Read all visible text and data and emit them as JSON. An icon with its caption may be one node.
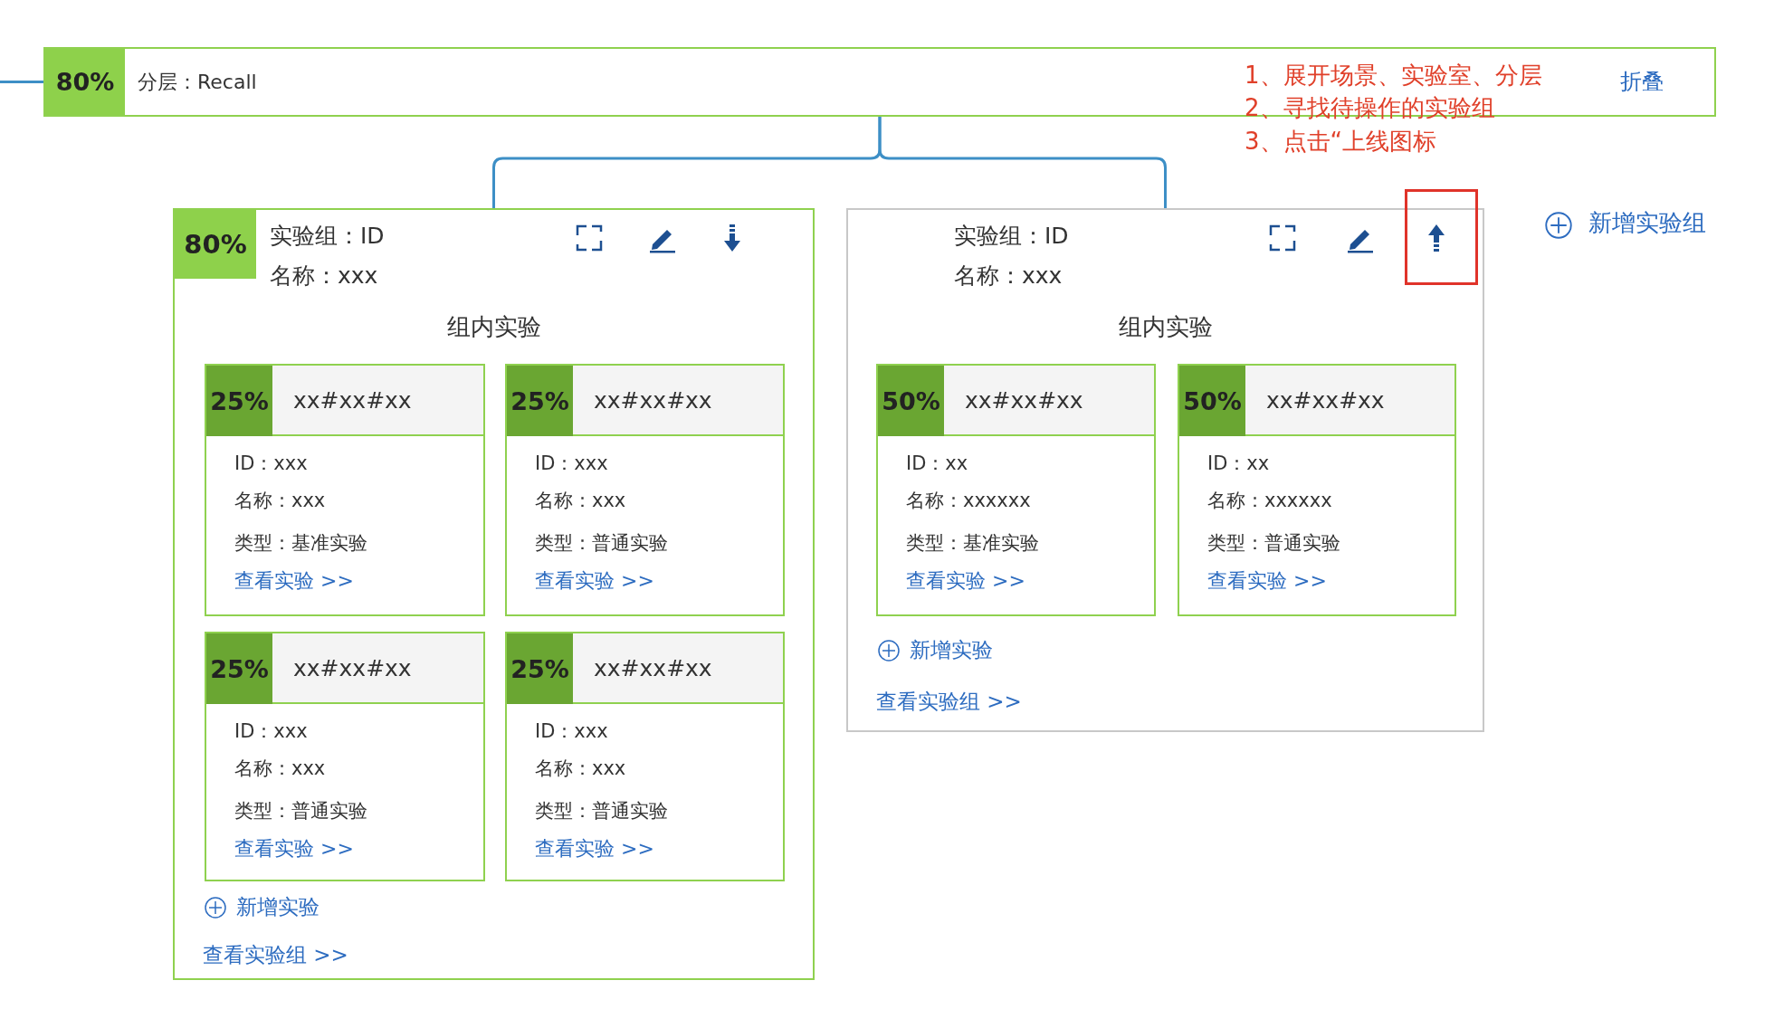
{
  "diagram": {
    "nodes": [
      {
        "text": [
          "80%",
          "分层：Recall",
          "折叠"
        ]
      },
      {
        "text": [
          "80%",
          "实验组：ID",
          "名称：xxx",
          "组内实验",
          "新增实验",
          "查看实验组 >>"
        ]
      },
      {
        "text": [
          "25%",
          "xx#xx#xx",
          "ID：xxx",
          "名称：xxx",
          "类型：基准实验",
          "查看实验 >>"
        ],
        "in": 1
      },
      {
        "text": [
          "25%",
          "xx#xx#xx",
          "ID：xxx",
          "名称：xxx",
          "类型：普通实验",
          "查看实验 >>"
        ],
        "in": 1
      },
      {
        "text": [
          "25%",
          "xx#xx#xx",
          "ID：xxx",
          "名称：xxx",
          "类型：普通实验",
          "查看实验 >>"
        ],
        "in": 1
      },
      {
        "text": [
          "25%",
          "xx#xx#xx",
          "ID：xxx",
          "名称：xxx",
          "类型：普通实验",
          "查看实验 >>"
        ],
        "in": 1
      },
      {
        "text": [
          "实验组：ID",
          "名称：xxx",
          "组内实验",
          "新增实验",
          "查看实验组 >>"
        ]
      },
      {
        "text": [
          "50%",
          "xx#xx#xx",
          "ID：xx",
          "名称：xxxxxx",
          "类型：基准实验",
          "查看实验 >>"
        ],
        "in": 6
      },
      {
        "text": [
          "50%",
          "xx#xx#xx",
          "ID：xx",
          "名称：xxxxxx",
          "类型：普通实验",
          "查看实验 >>"
        ],
        "in": 6
      }
    ],
    "edges": [
      {
        "from": null,
        "to": 0,
        "arrow": "none"
      },
      {
        "from": 0,
        "to": 1,
        "arrow": "none"
      },
      {
        "from": 0,
        "to": 6,
        "arrow": "none"
      }
    ],
    "labels": [
      "1、展开场景、实验室、分层",
      "2、寻找待操作的实验组",
      "3、点击“上线图标",
      "新增实验组"
    ]
  }
}
